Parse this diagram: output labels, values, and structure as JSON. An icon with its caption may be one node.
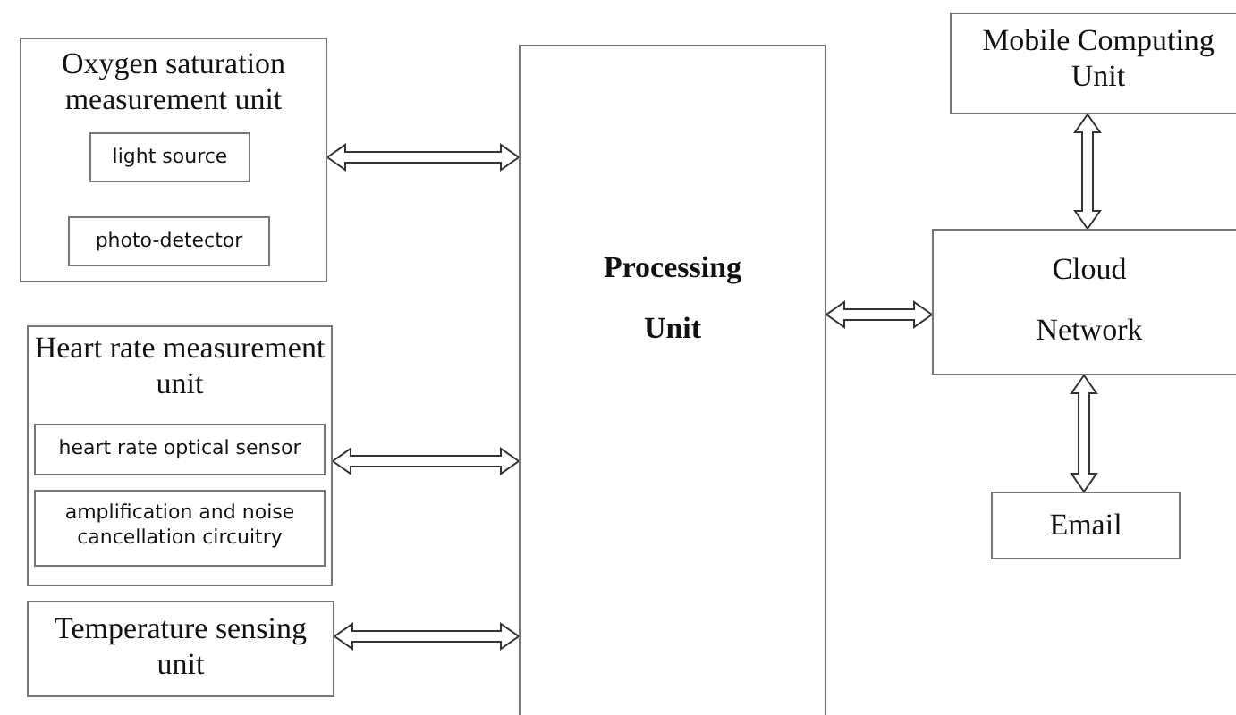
{
  "diagram": {
    "nodes": [
      {
        "text": [
          "Oxygen saturation measurement unit"
        ]
      },
      {
        "text": [
          "light source"
        ],
        "in": 0
      },
      {
        "text": [
          "photo-detector"
        ],
        "in": 0
      },
      {
        "text": [
          "Heart rate measurement unit"
        ]
      },
      {
        "text": [
          "heart rate optical sensor"
        ],
        "in": 3
      },
      {
        "text": [
          "amplification and noise cancellation circuitry"
        ],
        "in": 3
      },
      {
        "text": [
          "Temperature sensing unit"
        ]
      },
      {
        "text": [
          "Processing Unit"
        ]
      },
      {
        "text": [
          "Mobile Computing Unit"
        ]
      },
      {
        "text": [
          "Cloud Network"
        ]
      },
      {
        "text": [
          "Email"
        ]
      }
    ],
    "edges": [
      {
        "from": 0,
        "to": 7,
        "arrow": "both"
      },
      {
        "from": 3,
        "to": 7,
        "arrow": "both"
      },
      {
        "from": 6,
        "to": 7,
        "arrow": "both"
      },
      {
        "from": 7,
        "to": 9,
        "arrow": "both"
      },
      {
        "from": 8,
        "to": 9,
        "arrow": "both"
      },
      {
        "from": 9,
        "to": 10,
        "arrow": "both"
      }
    ]
  }
}
